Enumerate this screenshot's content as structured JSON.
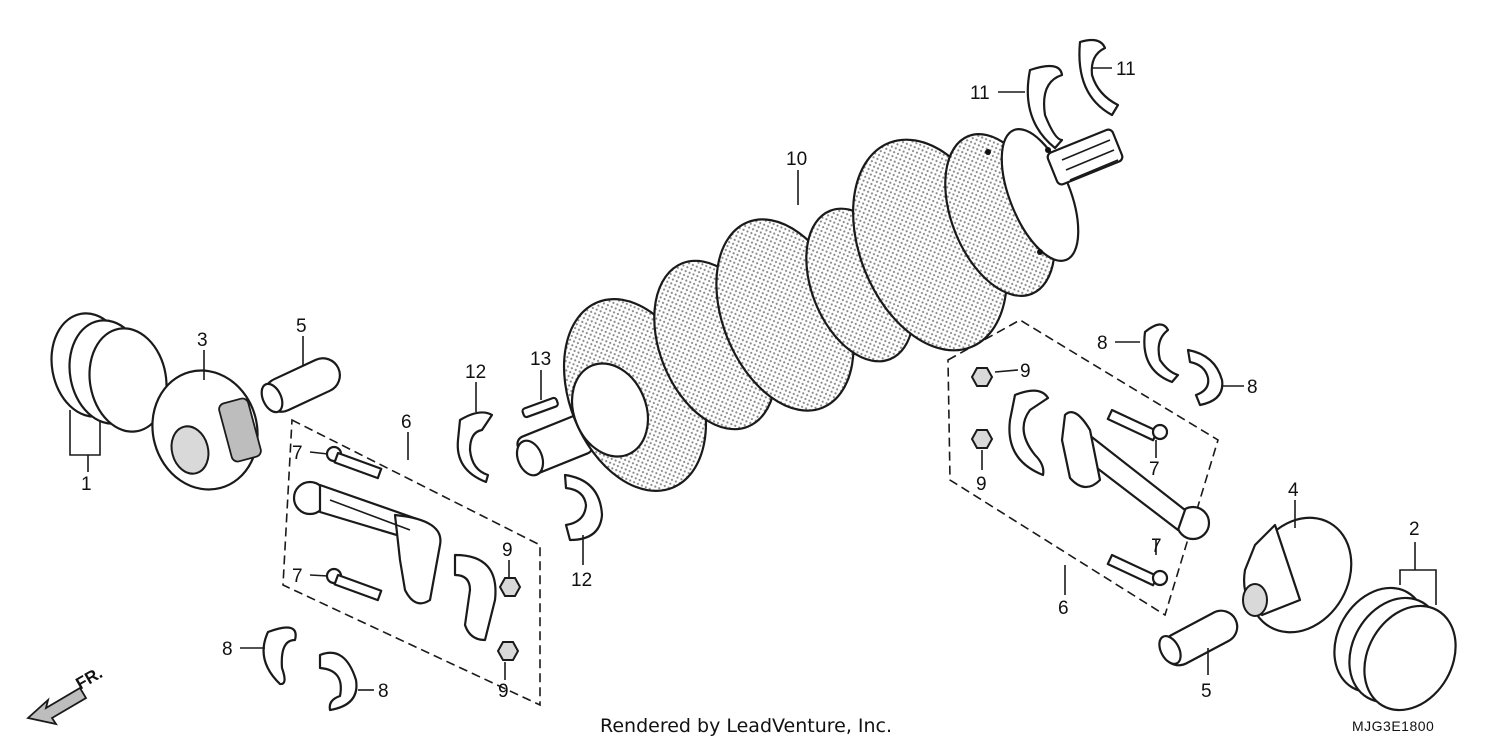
{
  "diagram": {
    "footer_text": "Rendered by LeadVenture, Inc.",
    "diagram_code": "MJG3E1800",
    "direction_label": "FR."
  },
  "callouts": {
    "c1": "1",
    "c2": "2",
    "c3": "3",
    "c4": "4",
    "c5a": "5",
    "c5b": "5",
    "c6a": "6",
    "c6b": "6",
    "c7a": "7",
    "c7b": "7",
    "c7c": "7",
    "c7d": "7",
    "c8a": "8",
    "c8b": "8",
    "c8c": "8",
    "c8d": "8",
    "c9a": "9",
    "c9b": "9",
    "c9c": "9",
    "c9d": "9",
    "c10": "10",
    "c11a": "11",
    "c11b": "11",
    "c12a": "12",
    "c12b": "12",
    "c13": "13"
  }
}
